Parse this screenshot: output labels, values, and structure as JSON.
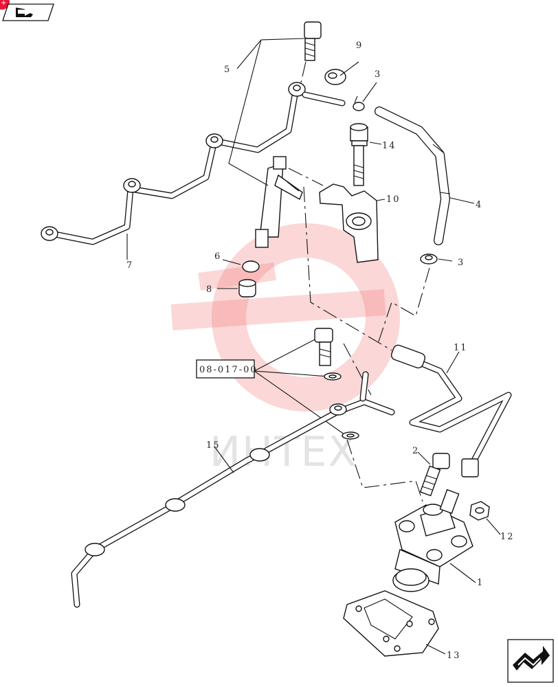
{
  "diagram": {
    "reference_box": "08-017-00",
    "callouts": [
      "1",
      "2",
      "3",
      "3",
      "4",
      "5",
      "6",
      "7",
      "8",
      "9",
      "10",
      "11",
      "12",
      "13",
      "14",
      "15"
    ],
    "watermark_text": "ИНТЕХ"
  },
  "navigation": {
    "top_icon": "back-arrow-icon",
    "bottom_icon": "next-page-arrow-icon",
    "badge_color": "#e8183a"
  }
}
